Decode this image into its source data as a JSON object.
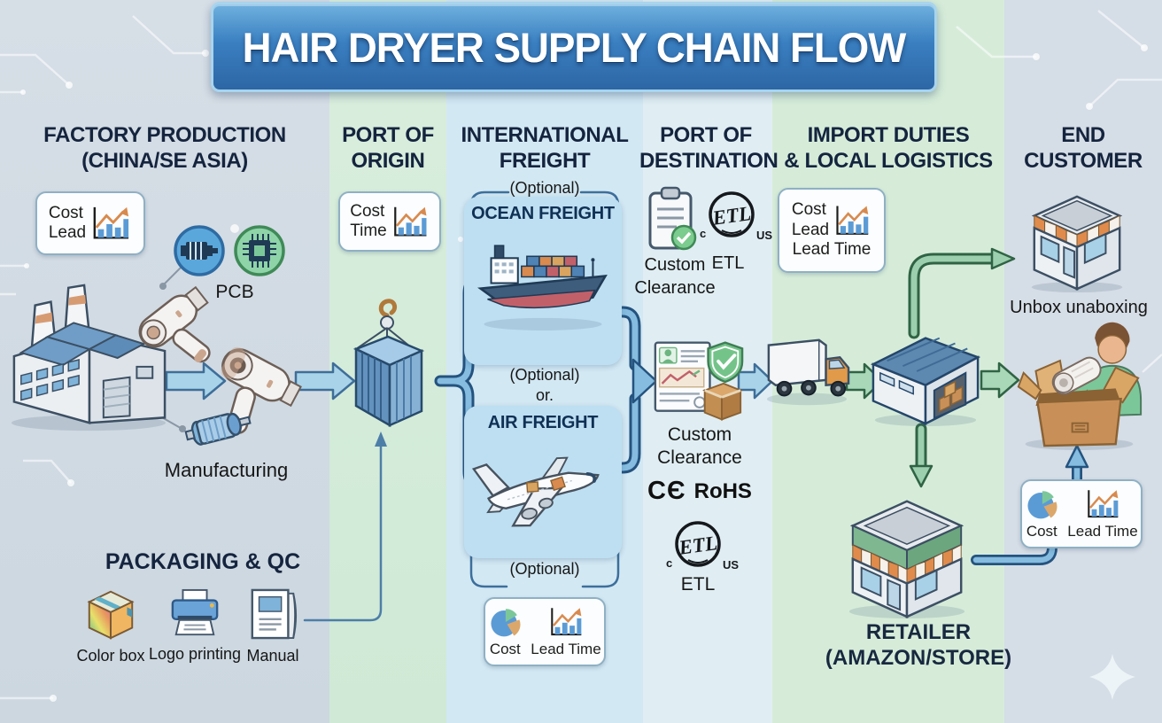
{
  "title": "HAIR DRYER SUPPLY CHAIN FLOW",
  "columns": [
    {
      "line1": "FACTORY PRODUCTION",
      "line2": "(CHINA/SE ASIA)"
    },
    {
      "line1": "PORT OF",
      "line2": "ORIGIN"
    },
    {
      "line1": "INTERNATIONAL",
      "line2": "FREIGHT"
    },
    {
      "line1": "PORT OF",
      "line2": "DESTINATION"
    },
    {
      "line1": "IMPORT DUTIES",
      "line2": "& LOCAL LOGISTICS"
    },
    {
      "line1": "END",
      "line2": "CUSTOMER"
    }
  ],
  "factory": {
    "badge": {
      "line1": "Cost",
      "line2": "Lead"
    },
    "pcb": "PCB",
    "manufacturing": "Manufacturing",
    "packaging_title": "PACKAGING & QC",
    "pack_items": [
      {
        "label": "Color box"
      },
      {
        "label": "Logo printing"
      },
      {
        "label": "Manual"
      }
    ]
  },
  "port_origin": {
    "badge": {
      "line1": "Cost",
      "line2": "Time"
    }
  },
  "freight": {
    "optional_top": "(Optional)",
    "ocean_title": "OCEAN FREIGHT",
    "optional_mid": "(Optional)",
    "or_label": "or.",
    "air_title": "AIR FREIGHT",
    "optional_bottom": "(Optional)",
    "badge": {
      "cost": "Cost",
      "lead": "Lead Time"
    }
  },
  "port_dest": {
    "clearance_top_1": "Custom",
    "clearance_top_2": "Clearance",
    "etl_top_label": "ETL",
    "etl_inner": "ETL",
    "etl_c": "c",
    "etl_us": "US",
    "clearance_mid_1": "Custom",
    "clearance_mid_2": "Clearance",
    "ce_mark": "CЄ",
    "rohs": "RoHS",
    "etl_bottom_label": "ETL"
  },
  "import_duties": {
    "badge": {
      "line1": "Cost",
      "line2": "Lead",
      "line3": "Lead Time"
    },
    "retailer_line1": "RETAILER",
    "retailer_line2": "(AMAZON/STORE)"
  },
  "end_customer": {
    "unbox_label": "Unbox unaboxing",
    "badge": {
      "cost": "Cost",
      "lead": "Lead Time"
    }
  },
  "colors": {
    "banner_blue": "#3a7fc1",
    "header_navy": "#15243e",
    "column_green": "#d6ecd9",
    "column_blue": "#d2e8f3",
    "pipe_blue": "#85bcdf",
    "arrow_green": "#9ccfad",
    "accent_orange": "#d88a4e",
    "bar_blue": "#5b9bd5"
  },
  "icons": {
    "badge_chart": "bar-chart-with-rising-arrow",
    "badge_pie": "pie-chart",
    "factory": "isometric-factory",
    "hair_dryer": "hair-dryer",
    "motor": "electric-motor",
    "pcb_chip": "pcb-chip",
    "container": "shipping-container-with-crane-hook",
    "ship": "container-ship",
    "plane": "cargo-airplane",
    "clipboard": "clipboard-with-check",
    "customs_doc": "document-shield-parcel",
    "truck": "delivery-truck",
    "warehouse": "warehouse",
    "store": "storefront",
    "unboxing": "person-unboxing-hair-dryer",
    "sparkle": "sparkle"
  }
}
